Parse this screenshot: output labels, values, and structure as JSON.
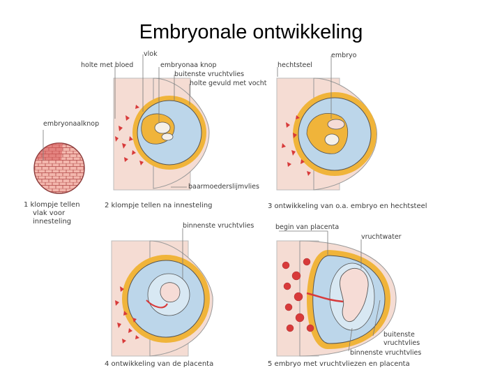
{
  "title": "Embryonale ontwikkeling",
  "colors": {
    "tissue": "#f2d2c8",
    "yolk_layer": "#f0b43a",
    "fluid": "#bcd6ea",
    "blood": "#d83a3a",
    "outline": "#555555",
    "embryo": "#f6dcd6"
  },
  "labels": {
    "vlok": "vlok",
    "holte_met_bloed": "holte met bloed",
    "embryonaa_knop": "embryonaa knop",
    "buitenste_vruchtvlies_1": "buitenste vruchtvlies",
    "holte_gevuld": "holte gevuld met vocht",
    "embryonaalknop": "embryonaalknop",
    "baarmoederslijmvlies": "baarmoederslijmvlies",
    "hechtsteel": "hechtsteel",
    "embryo": "embryo",
    "binnenste_vruchtvlies_1": "binnenste vruchtvlies",
    "begin_van_placenta": "begin van placenta",
    "vruchtwater": "vruchtwater",
    "buitenste_vruchtvlies_2a": "buitenste",
    "buitenste_vruchtvlies_2b": "vruchtvlies",
    "binnenste_vruchtvlies_2": "binnenste vruchtvlies"
  },
  "captions": {
    "c1_line1": "1  klompje tellen",
    "c1_line2": "vlak voor",
    "c1_line3": "innesteling",
    "c2": "2  klompje tellen na innesteling",
    "c3": "3  ontwikkeling van o.a. embryo en hechtsteel",
    "c4": "4  ontwikkeling van de placenta",
    "c5": "5  embryo met vruchtvliezen en placenta"
  }
}
